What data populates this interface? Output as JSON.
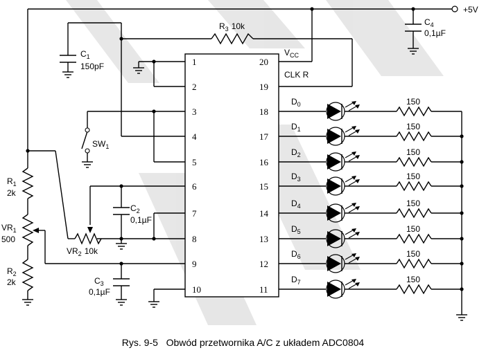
{
  "figure": {
    "caption_number": "Rys. 9-5",
    "caption_text": "Obwód przetwornika A/C z układem ADC0804"
  },
  "supply": {
    "label": "+5V"
  },
  "chip": {
    "left_pins": [
      "1",
      "2",
      "3",
      "4",
      "5",
      "6",
      "7",
      "8",
      "9",
      "10"
    ],
    "right_pins": [
      "20",
      "19",
      "18",
      "17",
      "16",
      "15",
      "14",
      "13",
      "12",
      "11"
    ],
    "vcc": {
      "main": "V",
      "sub": "CC"
    },
    "clkr": "CLK R"
  },
  "components": {
    "r3": {
      "main": "R",
      "sub": "3",
      "value": "10k"
    },
    "c1": {
      "main": "C",
      "sub": "1",
      "value": "150pF"
    },
    "c4": {
      "main": "C",
      "sub": "4",
      "value": "0,1µF"
    },
    "c2": {
      "main": "C",
      "sub": "2",
      "value": "0,1µF"
    },
    "c3": {
      "main": "C",
      "sub": "3",
      "value": "0,1µF"
    },
    "sw1": {
      "main": "SW",
      "sub": "1"
    },
    "r1": {
      "main": "R",
      "sub": "1",
      "value": "2k"
    },
    "vr1": {
      "main": "VR",
      "sub": "1",
      "value": "500"
    },
    "r2": {
      "main": "R",
      "sub": "2",
      "value": "2k"
    },
    "vr2": {
      "main": "VR",
      "sub": "2",
      "value": "10k"
    }
  },
  "leds": [
    {
      "main": "D",
      "sub": "0",
      "resistor": "150"
    },
    {
      "main": "D",
      "sub": "1",
      "resistor": "150"
    },
    {
      "main": "D",
      "sub": "2",
      "resistor": "150"
    },
    {
      "main": "D",
      "sub": "3",
      "resistor": "150"
    },
    {
      "main": "D",
      "sub": "4",
      "resistor": "150"
    },
    {
      "main": "D",
      "sub": "5",
      "resistor": "150"
    },
    {
      "main": "D",
      "sub": "6",
      "resistor": "150"
    },
    {
      "main": "D",
      "sub": "7",
      "resistor": "150"
    }
  ]
}
